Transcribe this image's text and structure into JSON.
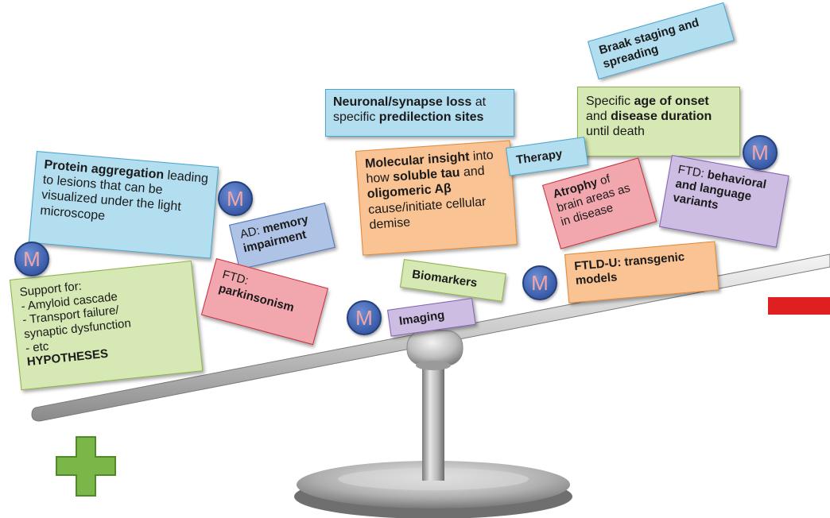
{
  "labels": {
    "braak": {
      "pre": "",
      "bold": "Braak staging and spreading",
      "post": ""
    },
    "neuronal": {
      "bold1": "Neuronal/synapse loss",
      "mid": " at specific ",
      "bold2": "predilection sites"
    },
    "onset": {
      "pre": "Specific ",
      "bold1": "age of onset",
      "mid": " and ",
      "bold2": "disease duration",
      "post": " until death"
    },
    "protein": {
      "bold": "Protein aggregation",
      "post": " leading to lesions that can be visualized under the light microscope"
    },
    "molecular": {
      "bold1": "Molecular insight",
      "mid1": " into how ",
      "bold2": "soluble tau",
      "mid2": " and ",
      "bold3": "oligomeric A",
      "beta": "β",
      "post": " cause/initiate cellular demise"
    },
    "therapy": "Therapy",
    "atrophy": {
      "bold": "Atrophy",
      "post": " of brain areas as in disease"
    },
    "ftd_behavioral": {
      "pre": "FTD: ",
      "bold": "behavioral and language variants"
    },
    "ad_memory": {
      "pre": "AD: ",
      "bold": "memory impairment"
    },
    "support": {
      "line1": "Support for:",
      "line2": "- Amyloid cascade",
      "line3": "- Transport failure/",
      "line4": "synaptic dysfunction",
      "line5": "- etc",
      "bold": "HYPOTHESES"
    },
    "ftd_parkinsonism": {
      "pre": "FTD: ",
      "bold": "parkinsonism"
    },
    "biomarkers": "Biomarkers",
    "imaging": "Imaging",
    "ftld_u": "FTLD-U: transgenic models"
  },
  "badge_letter": "M",
  "colors": {
    "green": "#d6e8b3",
    "blue": "#b3def0",
    "orange": "#f9c393",
    "red": "#f2a7ae",
    "purple": "#cdbde3",
    "steel": "#aec3e6",
    "plus": "#7ab648",
    "minus": "#e02020"
  }
}
